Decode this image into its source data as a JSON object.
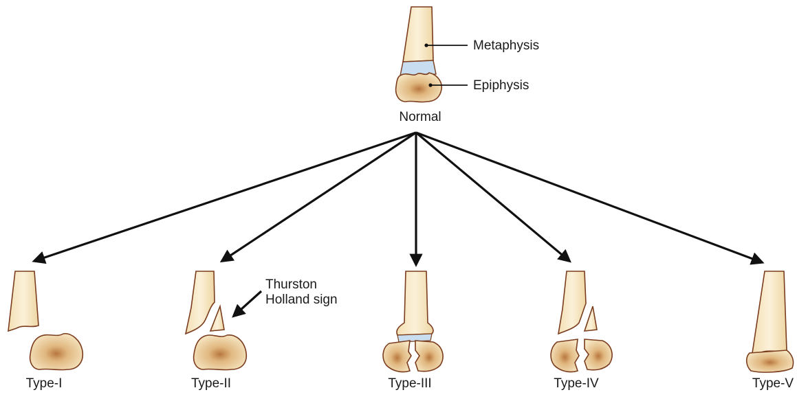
{
  "normal": {
    "label": "Normal",
    "metaphysis_label": "Metaphysis",
    "epiphysis_label": "Epiphysis"
  },
  "annotation": {
    "line1": "Thurston",
    "line2": "Holland sign"
  },
  "types": [
    {
      "label": "Type-I"
    },
    {
      "label": "Type-II"
    },
    {
      "label": "Type-III"
    },
    {
      "label": "Type-IV"
    },
    {
      "label": "Type-V"
    }
  ],
  "colors": {
    "bone_fill": "#f6e7c4",
    "bone_stroke": "#7a3c1c",
    "bone_shadow": "#a86d3a",
    "growth_plate": "#c9ddf0",
    "arrow": "#111111"
  }
}
